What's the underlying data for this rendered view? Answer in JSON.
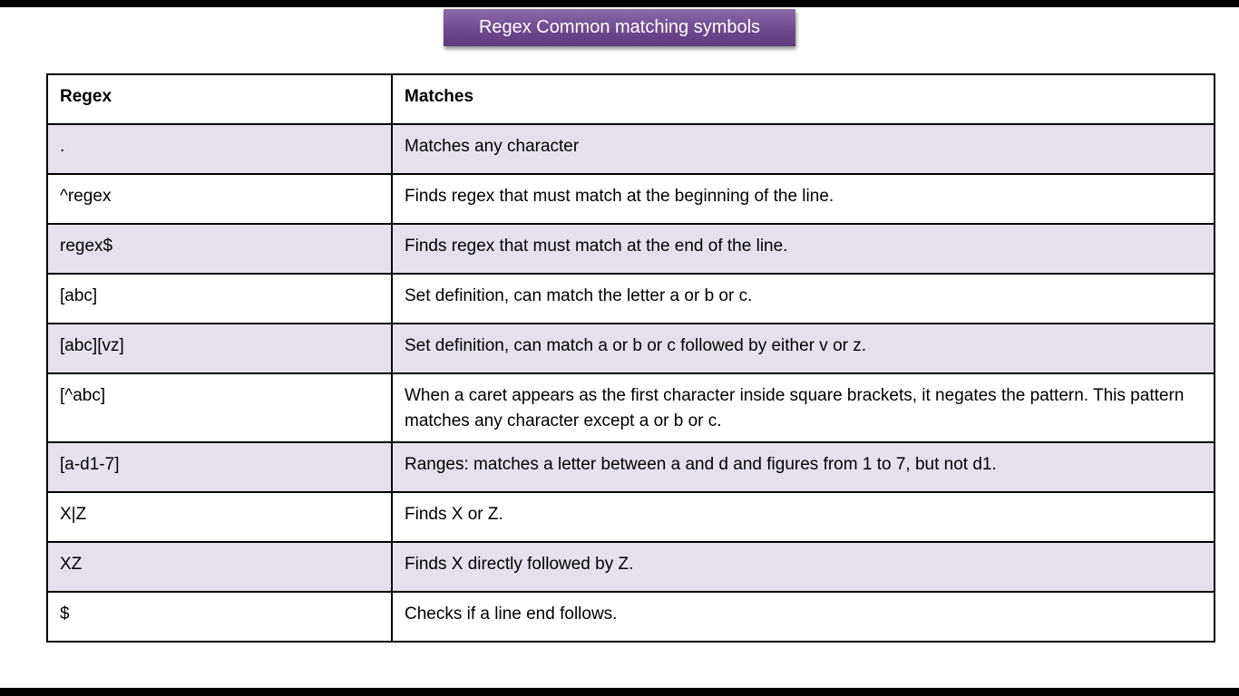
{
  "slide": {
    "title": "Regex Common matching symbols"
  },
  "table": {
    "headers": [
      "Regex",
      "Matches"
    ],
    "rows": [
      {
        "regex": ".",
        "matches": "Matches any character"
      },
      {
        "regex": "^regex",
        "matches": "Finds regex that must match at the beginning of the line."
      },
      {
        "regex": "regex$",
        "matches": "Finds regex that must match at the end of the line."
      },
      {
        "regex": "[abc]",
        "matches": "Set definition, can match the letter a or b or c."
      },
      {
        "regex": "[abc][vz]",
        "matches": "Set definition, can match a or b or c followed by either v or z."
      },
      {
        "regex": "[^abc]",
        "matches": "When a caret appears as the first character inside square brackets, it negates the pattern. This pattern matches any character except a or b or c."
      },
      {
        "regex": "[a-d1-7]",
        "matches": "Ranges: matches a letter between a and d and figures from 1 to 7, but not d1."
      },
      {
        "regex": "X|Z",
        "matches": "Finds X or Z."
      },
      {
        "regex": "XZ",
        "matches": "Finds X directly followed by Z."
      },
      {
        "regex": "$",
        "matches": "Checks if a line end follows."
      }
    ]
  },
  "colors": {
    "title_bg": "#6e4a8e",
    "row_shade": "#e6e0ec",
    "border": "#000000"
  }
}
